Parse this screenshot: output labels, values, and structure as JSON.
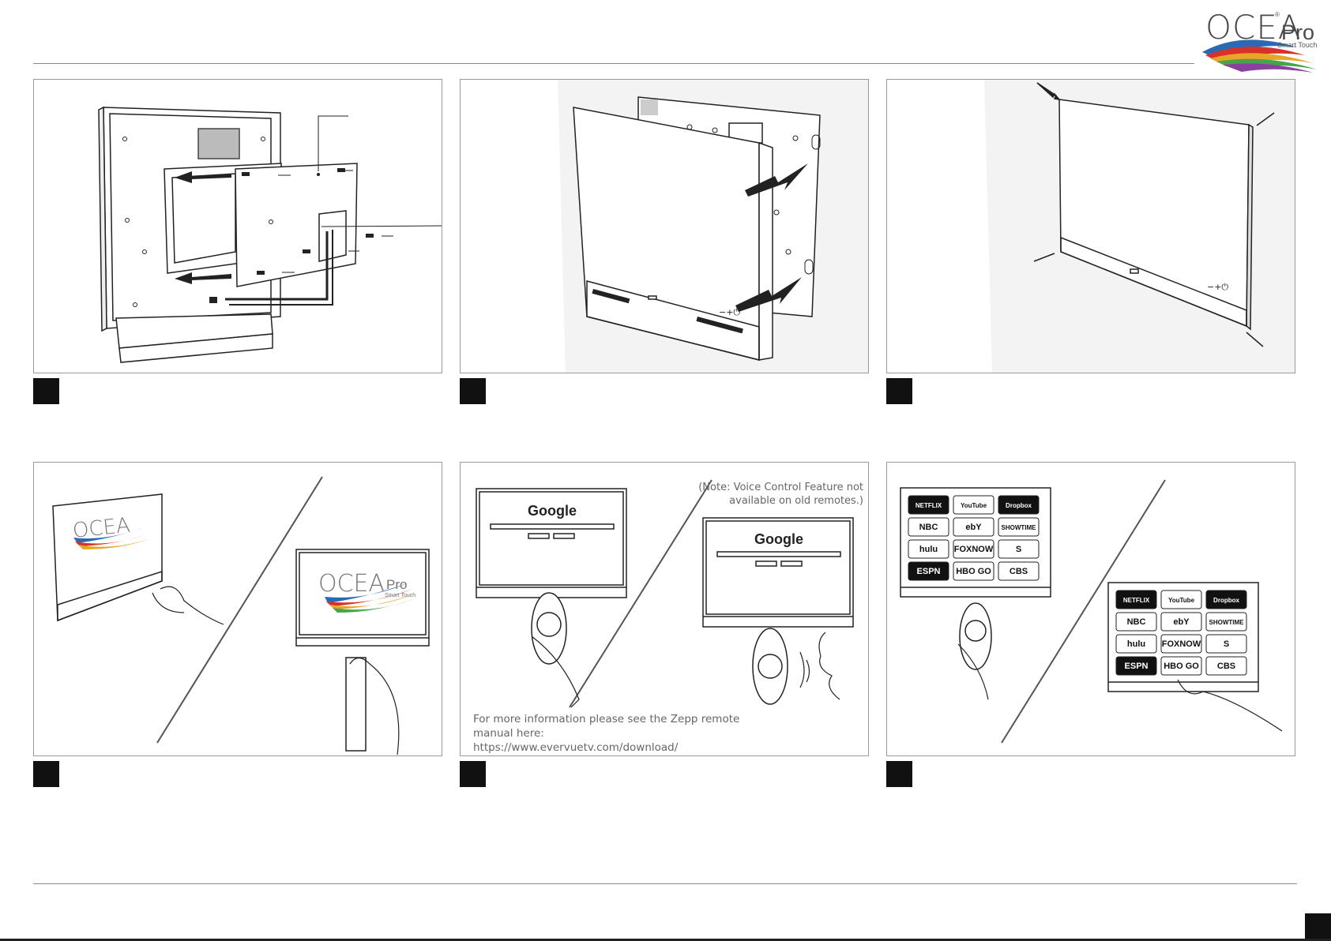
{
  "logo": {
    "word": "OCEA",
    "reg": "®",
    "pro": "Pro",
    "tagline": "Smart Touch"
  },
  "panels": {
    "p5": {
      "note_line1": "(Note: Voice Control Feature not",
      "note_line2": "available on old remotes.)",
      "google_label": "Google",
      "info_line1": "For more information please see the Zepp remote",
      "info_line2": "manual here: https://www.evervuetv.com/download/"
    },
    "p4": {
      "logo_word": "OCEA",
      "logo_pro": "Pro",
      "logo_tagline": "Smart Touch"
    },
    "p6": {
      "apps": [
        "NETFLIX",
        "YouTube",
        "Dropbox",
        "NBC",
        "ebY",
        "SHOWTIME",
        "hulu",
        "FOXNOW",
        "S",
        "ESPN",
        "HBO GO",
        "CBS"
      ]
    }
  },
  "tv_controls": "−+⏻",
  "colors": {
    "step_box": "#111111",
    "rule": "#8a8a8a",
    "panel_border": "#9a9a9a"
  }
}
